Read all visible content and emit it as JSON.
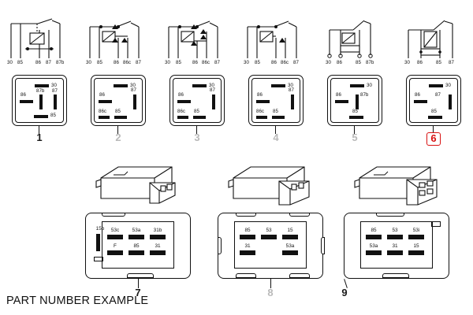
{
  "caption": "PART NUMBER EXAMPLE",
  "highlight_color": "#d81010",
  "dim_color": "#b9b9b9",
  "relays": [
    {
      "index": "1",
      "state": "active",
      "schematic_pins": [
        "30",
        "85",
        "86",
        "87",
        "87b"
      ],
      "body_terminals": [
        {
          "label": "30",
          "pos": "top"
        },
        {
          "label": "86",
          "pos": "left"
        },
        {
          "label": "87b",
          "pos": "center"
        },
        {
          "label": "87",
          "pos": "right"
        },
        {
          "label": "85",
          "pos": "bottom"
        }
      ]
    },
    {
      "index": "2",
      "state": "dim",
      "schematic_pins": [
        "30",
        "85",
        "86",
        "86c",
        "87"
      ],
      "body_terminals": [
        {
          "label": "30",
          "pos": "top"
        },
        {
          "label": "86",
          "pos": "left"
        },
        {
          "label": "87",
          "pos": "right"
        },
        {
          "label": "86c",
          "pos": "bottom-left"
        },
        {
          "label": "85",
          "pos": "bottom-center"
        }
      ]
    },
    {
      "index": "3",
      "state": "dim",
      "schematic_pins": [
        "30",
        "85",
        "86",
        "86c",
        "87"
      ],
      "body_terminals": [
        {
          "label": "30",
          "pos": "top"
        },
        {
          "label": "86",
          "pos": "left"
        },
        {
          "label": "87",
          "pos": "right"
        },
        {
          "label": "86c",
          "pos": "bottom-left"
        },
        {
          "label": "85",
          "pos": "bottom-center"
        }
      ]
    },
    {
      "index": "4",
      "state": "dim",
      "schematic_pins": [
        "30",
        "85",
        "86",
        "86c",
        "87"
      ],
      "body_terminals": [
        {
          "label": "30",
          "pos": "top"
        },
        {
          "label": "86",
          "pos": "left"
        },
        {
          "label": "87",
          "pos": "right"
        },
        {
          "label": "86c",
          "pos": "bottom-left"
        },
        {
          "label": "85",
          "pos": "bottom-center"
        }
      ]
    },
    {
      "index": "5",
      "state": "dim",
      "schematic_pins": [
        "30",
        "86",
        "85",
        "87b"
      ],
      "body_terminals": [
        {
          "label": "30",
          "pos": "top"
        },
        {
          "label": "86",
          "pos": "left"
        },
        {
          "label": "87b",
          "pos": "center"
        },
        {
          "label": "85",
          "pos": "bottom"
        }
      ]
    },
    {
      "index": "6",
      "state": "highlighted",
      "schematic_pins": [
        "30",
        "86",
        "85",
        "87"
      ],
      "body_terminals": [
        {
          "label": "30",
          "pos": "top"
        },
        {
          "label": "86",
          "pos": "left"
        },
        {
          "label": "87",
          "pos": "right"
        },
        {
          "label": "85",
          "pos": "bottom"
        }
      ]
    }
  ],
  "modules": [
    {
      "index": "7",
      "state": "active",
      "side_label": "15b",
      "pins_top": [
        "53c",
        "53a",
        "31b"
      ],
      "pins_bottom": [
        "F",
        "85",
        "31"
      ]
    },
    {
      "index": "8",
      "state": "dim",
      "side_label": "",
      "pins_top": [
        "85",
        "53",
        "15"
      ],
      "pins_bottom": [
        "31",
        "53a",
        ""
      ]
    },
    {
      "index": "9",
      "state": "active",
      "side_label": "",
      "pins_top": [
        "85",
        "53",
        "53i"
      ],
      "pins_bottom": [
        "53a",
        "31",
        "15"
      ]
    }
  ]
}
